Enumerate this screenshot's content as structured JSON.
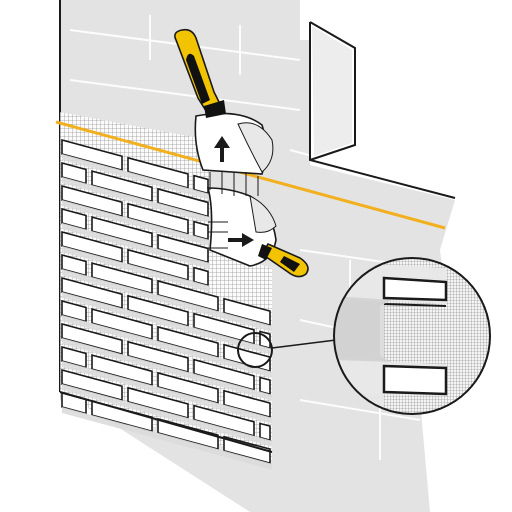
{
  "illustration": {
    "subject": "brick-slip-installation-with-spatula",
    "arrows": [
      "up",
      "right"
    ],
    "tools": [
      "upper-spatula",
      "lower-spatula"
    ],
    "detail_callout": "mesh-and-brick-joint-magnified"
  },
  "colors": {
    "background": "#ffffff",
    "wall": "#e3e3e3",
    "outline": "#1a1a1a",
    "brick": "#ffffff",
    "mortar": "#d2d2d2",
    "guide_line": "#f2b01e",
    "tool_handle": "#f2c300",
    "tool_black": "#111111"
  }
}
